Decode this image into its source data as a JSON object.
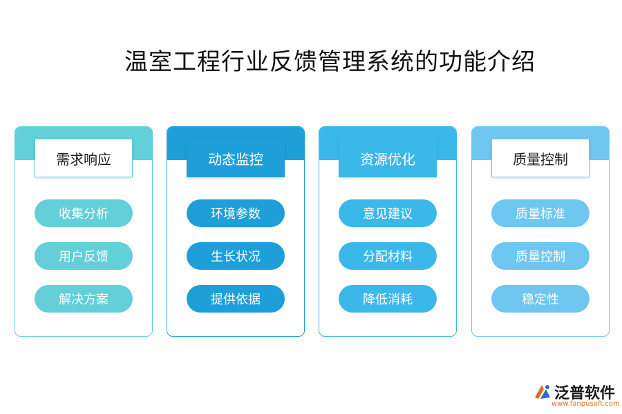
{
  "title": "温室工程行业反馈管理系统的功能介绍",
  "colors": {
    "card1": "#62cfd9",
    "card2": "#1e9fd9",
    "card3": "#3bb8ea",
    "card4": "#6fc6f0"
  },
  "cards": [
    {
      "heading": "需求响应",
      "items": [
        "收集分析",
        "用户反馈",
        "解决方案"
      ]
    },
    {
      "heading": "动态监控",
      "items": [
        "环境参数",
        "生长状况",
        "提供依据"
      ]
    },
    {
      "heading": "资源优化",
      "items": [
        "意见建议",
        "分配材料",
        "降低消耗"
      ]
    },
    {
      "heading": "质量控制",
      "items": [
        "质量标准",
        "质量控制",
        "稳定性"
      ]
    }
  ],
  "logo": {
    "name": "泛普软件",
    "url": "www.fanpusoft.com"
  }
}
